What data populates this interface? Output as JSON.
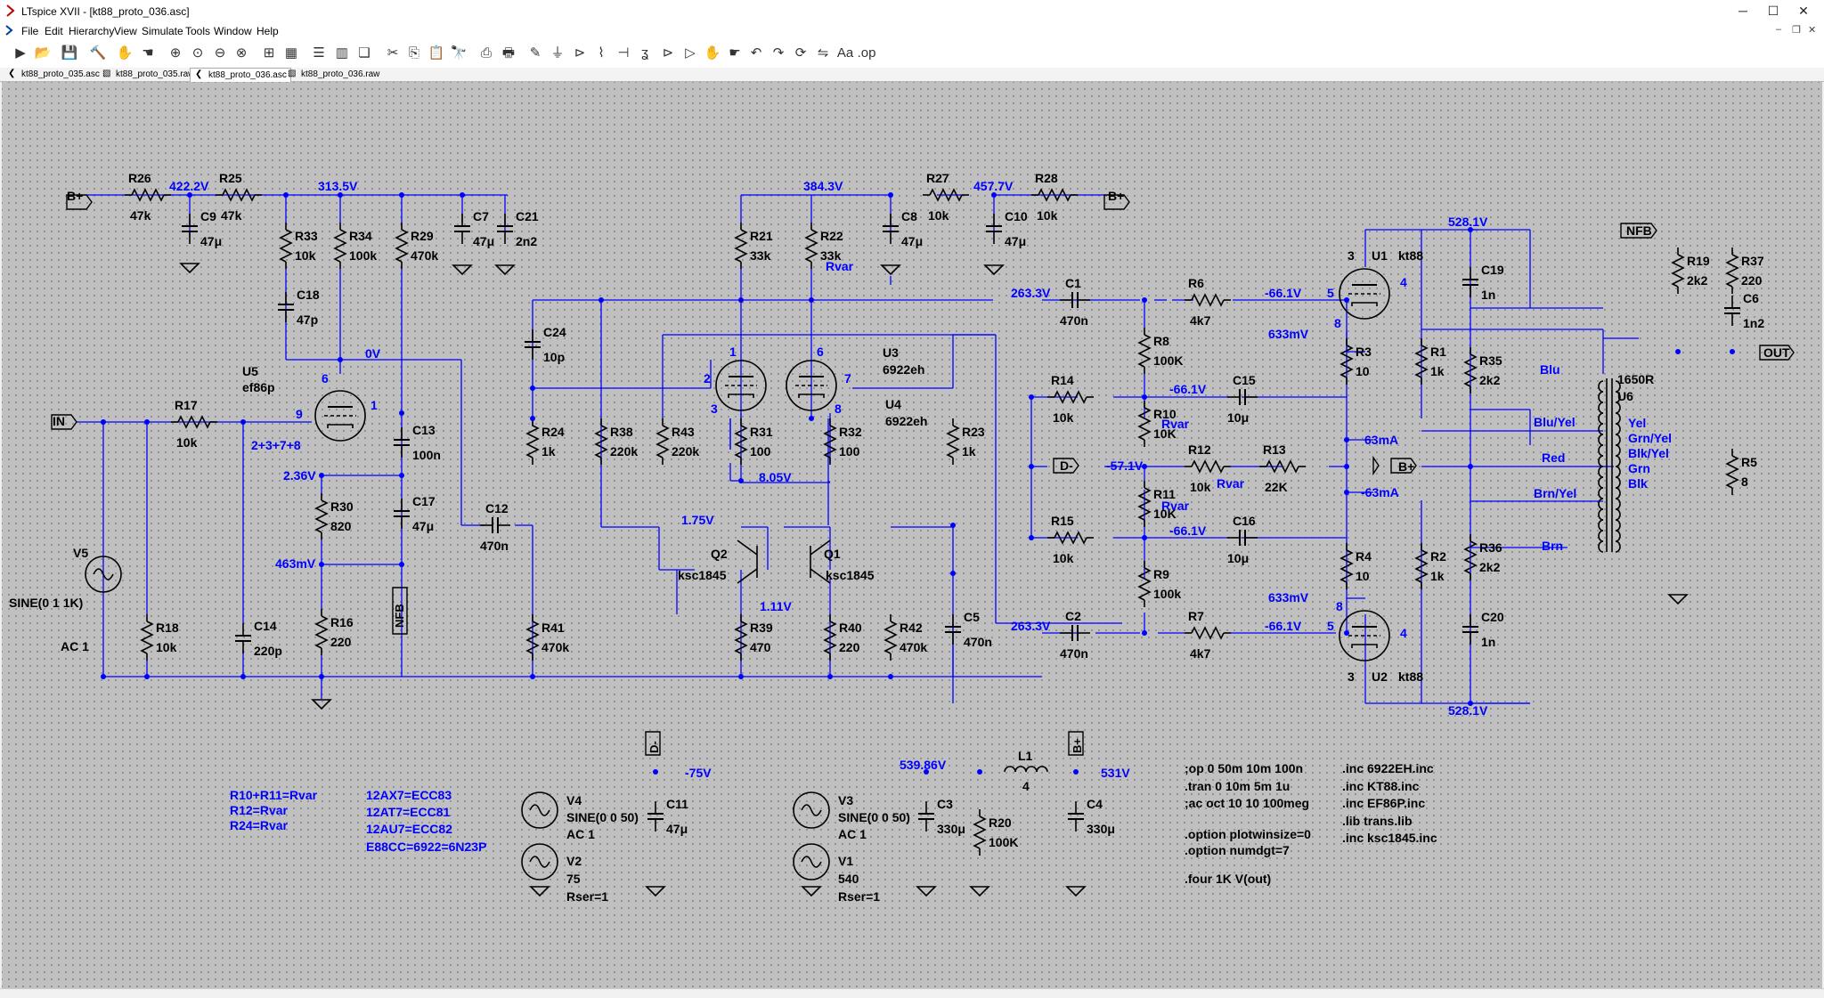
{
  "window": {
    "title": "LTspice XVII - [kt88_proto_036.asc]",
    "minimize": "─",
    "maximize": "☐",
    "close": "✕"
  },
  "menu": [
    "File",
    "Edit",
    "Hierarchy",
    "View",
    "Simulate",
    "Tools",
    "Window",
    "Help"
  ],
  "toolbar_icons": [
    "run-icon",
    "open-icon",
    "save-icon",
    "control-panel-icon",
    "halt-icon",
    "pan-hand-icon",
    "zoom-in-icon",
    "zoom-pan-icon",
    "zoom-out-icon",
    "zoom-fit-icon",
    "autorange-icon",
    "grid-icon",
    "tile-horizontal-icon",
    "tile-vertical-icon",
    "cascade-icon",
    "cut-icon",
    "copy-icon",
    "paste-icon",
    "find-icon",
    "print-icon",
    "print-preview-icon",
    "wire-icon",
    "ground-icon",
    "net-label-icon",
    "resistor-icon",
    "capacitor-icon",
    "inductor-icon",
    "diode-icon",
    "component-icon",
    "move-icon",
    "drag-icon",
    "undo-icon",
    "redo-icon",
    "rotate-icon",
    "mirror-icon",
    "text-icon",
    "spice-directive-icon"
  ],
  "tabs": [
    {
      "label": "kt88_proto_035.asc",
      "icon": "schematic-tab-icon",
      "active": false
    },
    {
      "label": "kt88_proto_035.raw",
      "icon": "waveform-tab-icon",
      "active": false
    },
    {
      "label": "kt88_proto_036.asc",
      "icon": "schematic-tab-icon",
      "active": true
    },
    {
      "label": "kt88_proto_036.raw",
      "icon": "waveform-tab-icon",
      "active": false
    }
  ],
  "colors": {
    "wire": "#0000ff",
    "component": "#000000",
    "canvas": "#c0c0c0",
    "label": "#000000",
    "opvalue": "#0000ff"
  },
  "schematic": {
    "top_left_net": {
      "bplus": "B+",
      "r26": "R26",
      "r26v": "47k",
      "v422": "422.2V",
      "r25": "R25",
      "r25v": "47k",
      "v313": "313.5V",
      "c9": "C9",
      "c9v": "47μ",
      "r33": "R33",
      "r33v": "10k",
      "r34": "R34",
      "r34v": "100k",
      "r29": "R29",
      "r29v": "470k",
      "c7": "C7",
      "c7v": "47μ",
      "c21": "C21",
      "c21v": "2n2",
      "c18": "C18",
      "c18v": "47p",
      "v0": "0V"
    },
    "input_stage": {
      "in": "IN",
      "r17": "R17",
      "r17v": "10k",
      "u5": "U5",
      "u5v": "ef86p",
      "pin6": "6",
      "pin9": "9",
      "pin1": "1",
      "pins2378": "2+3+7+8",
      "v236": "2.36V",
      "c13": "C13",
      "c13v": "100n",
      "r30": "R30",
      "r30v": "820",
      "c17": "C17",
      "c17v": "47μ",
      "v463": "463mV",
      "nfb": "NFB",
      "r16": "R16",
      "r16v": "220",
      "c12": "C12",
      "c12v": "470n",
      "v5": "V5",
      "v5w": "SINE(0 1 1K)",
      "v5ac": "AC 1",
      "r18": "R18",
      "r18v": "10k",
      "c14": "C14",
      "c14v": "220p"
    },
    "phase_splitter": {
      "v384": "384.3V",
      "r21": "R21",
      "r21v": "33k",
      "r22": "R22",
      "r22v": "33k",
      "rvar": "Rvar",
      "c8": "C8",
      "c8v": "47μ",
      "r27": "R27",
      "r27v": "10k",
      "v457": "457.7V",
      "r28": "R28",
      "r28v": "10k",
      "c10": "C10",
      "c10v": "47μ",
      "bplus": "B+",
      "c24": "C24",
      "c24v": "10p",
      "u3": "U3",
      "u3v": "6922eh",
      "u4": "U4",
      "u4v": "6922eh",
      "pin1": "1",
      "pin2": "2",
      "pin3": "3",
      "pin6": "6",
      "pin7": "7",
      "pin8": "8",
      "r24": "R24",
      "r24v": "1k",
      "r38": "R38",
      "r38v": "220k",
      "r43": "R43",
      "r43v": "220k",
      "r31": "R31",
      "r31v": "100",
      "r32": "R32",
      "r32v": "100",
      "v805": "8.05V",
      "r23": "R23",
      "r23v": "1k",
      "v175": "1.75V",
      "q2": "Q2",
      "q2v": "ksc1845",
      "q1": "Q1",
      "q1v": "ksc1845",
      "v111": "1.11V",
      "r39": "R39",
      "r39v": "470",
      "r40": "R40",
      "r40v": "220",
      "r41": "R41",
      "r41v": "470k",
      "r42": "R42",
      "r42v": "470k",
      "c5": "C5",
      "c5v": "470n"
    },
    "output_stage": {
      "v2633a": "263.3V",
      "c1": "C1",
      "c1v": "470n",
      "r6": "R6",
      "r6v": "4k7",
      "vm661a": "-66.1V",
      "pin5a": "5",
      "r8": "R8",
      "r8v": "100K",
      "r14": "R14",
      "r14v": "10k",
      "vm661b": "-66.1V",
      "c15": "C15",
      "c15v": "10μ",
      "r10": "R10",
      "r10v": "10K",
      "rvar10": "Rvar",
      "dminus": "D-",
      "vm571": "-57.1V",
      "r12": "R12",
      "r12v": "10k",
      "rvar12": "Rvar",
      "r13": "R13",
      "r13v": "22K",
      "r11": "R11",
      "r11v": "10K",
      "rvar11": "Rvar",
      "r15": "R15",
      "r15v": "10k",
      "vm661c": "-66.1V",
      "c16": "C16",
      "c16v": "10μ",
      "r9": "R9",
      "r9v": "100k",
      "v2633b": "263.3V",
      "c2": "C2",
      "c2v": "470n",
      "r7": "R7",
      "r7v": "4k7",
      "vm661d": "-66.1V",
      "pin5b": "5",
      "u1": "U1",
      "u1v": "kt88",
      "u1p3": "3",
      "u1p4": "4",
      "u1p8": "8",
      "v633a": "633mV",
      "r3": "R3",
      "r3v": "10",
      "r1": "R1",
      "r1v": "1k",
      "i63a": "63mA",
      "bplus2": "B+",
      "i63b": "-63mA",
      "r4": "R4",
      "r4v": "10",
      "r2": "R2",
      "r2v": "1k",
      "v633b": "633mV",
      "u2": "U2",
      "u2v": "kt88",
      "u2p8": "8",
      "u2p4": "4",
      "u2p3": "3",
      "v5281a": "528.1V",
      "v5281b": "528.1V",
      "c19": "C19",
      "c19v": "1n",
      "r35": "R35",
      "r35v": "2k2",
      "r36": "R36",
      "r36v": "2k2",
      "c20": "C20",
      "c20v": "1n"
    },
    "transformer": {
      "u6": "U6",
      "u6v": "1650R",
      "blu": "Blu",
      "bluyel": "Blu/Yel",
      "red": "Red",
      "brnyel": "Brn/Yel",
      "brn": "Brn",
      "yel": "Yel",
      "grnyel": "Grn/Yel",
      "blkyel": "Blk/Yel",
      "grn": "Grn",
      "blk": "Blk",
      "nfb": "NFB",
      "r19": "R19",
      "r19v": "2k2",
      "r37": "R37",
      "r37v": "220",
      "c6": "C6",
      "c6v": "1n2",
      "out": "OUT",
      "r5": "R5",
      "r5v": "8"
    },
    "notes": {
      "n1": "R10+R11=Rvar",
      "n2": "R12=Rvar",
      "n3": "R24=Rvar",
      "t1": "12AX7=ECC83",
      "t2": "12AT7=ECC81",
      "t3": "12AU7=ECC82",
      "t4": "E88CC=6922=6N23P"
    },
    "supplies": {
      "dminus": "D-",
      "vm75": "-75V",
      "v4": "V4",
      "v4w": "SINE(0 0 50)",
      "v4ac": "AC 1",
      "c11": "C11",
      "c11v": "47μ",
      "v2": "V2",
      "v2v": "75",
      "v2r": "Rser=1",
      "v53986": "539.86V",
      "l1": "L1",
      "l1v": "4",
      "bplus": "B+",
      "v531": "531V",
      "v3": "V3",
      "v3w": "SINE(0 0 50)",
      "v3ac": "AC 1",
      "c3": "C3",
      "c3v": "330μ",
      "r20": "R20",
      "r20v": "100K",
      "c4": "C4",
      "c4v": "330μ",
      "v1": "V1",
      "v1v": "540",
      "v1r": "Rser=1"
    },
    "directives": {
      "d1": ";op 0 50m 10m 100n",
      "d2": ".tran 0 10m 5m 1u",
      "d3": ";ac oct 10 10 100meg",
      "d4": ".option plotwinsize=0",
      "d5": ".option numdgt=7",
      "d6": ".four 1K V(out)",
      "i1": ".inc 6922EH.inc",
      "i2": ".inc KT88.inc",
      "i3": ".inc EF86P.inc",
      "i4": ".lib trans.lib",
      "i5": ".inc ksc1845.inc"
    }
  }
}
